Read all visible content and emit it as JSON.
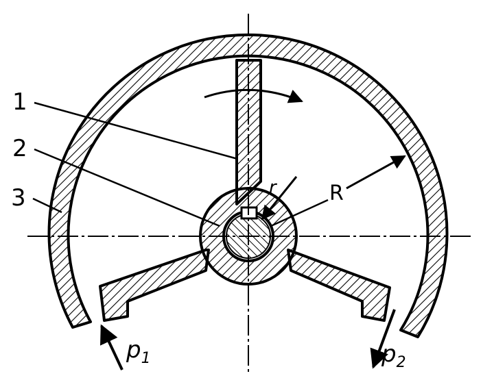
{
  "diagram": {
    "callouts": [
      "1",
      "2",
      "3"
    ],
    "dimensions": {
      "outer_radius": "R",
      "inner_radius": "r"
    },
    "ports": {
      "inlet": {
        "symbol": "p",
        "subscript": "1"
      },
      "outlet": {
        "symbol": "p",
        "subscript": "2"
      }
    },
    "colors": {
      "ink": "#000000",
      "paper": "#ffffff"
    }
  }
}
